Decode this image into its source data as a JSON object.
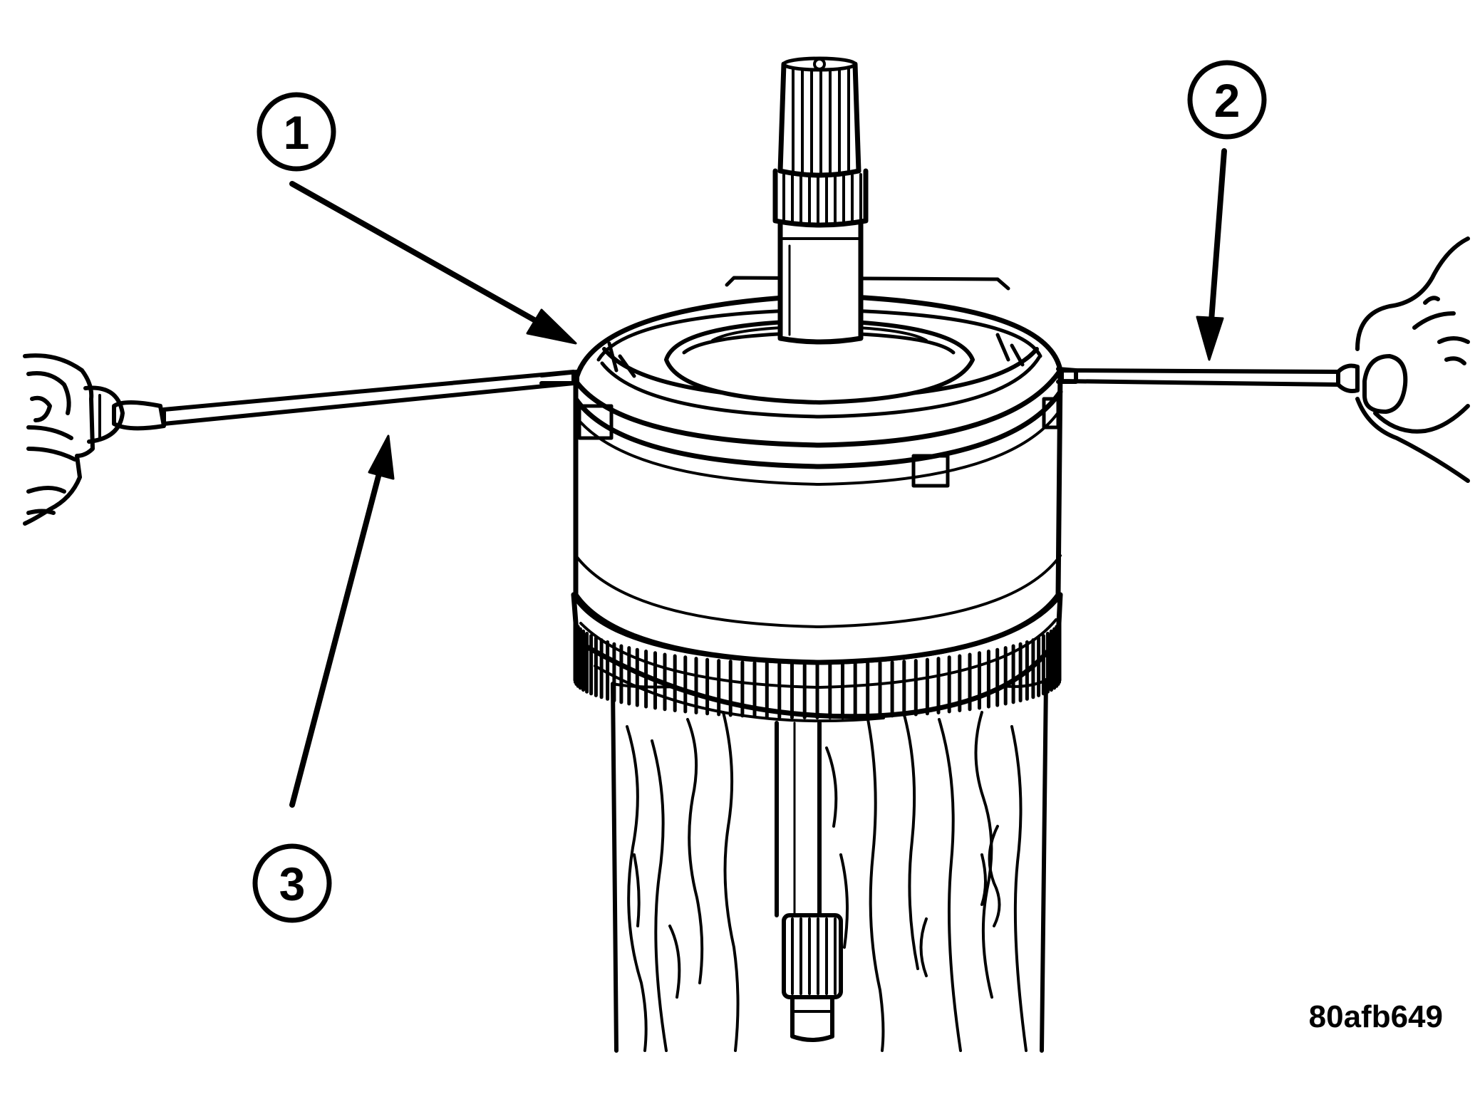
{
  "callouts": [
    {
      "label": "1",
      "part": "clutch-retainer-snap-ring"
    },
    {
      "label": "2",
      "part": "screwdriver-right"
    },
    {
      "label": "3",
      "part": "screwdriver-left"
    }
  ],
  "figure_id": "80afb649",
  "colors": {
    "ink": "#000000",
    "paper": "#ffffff"
  }
}
